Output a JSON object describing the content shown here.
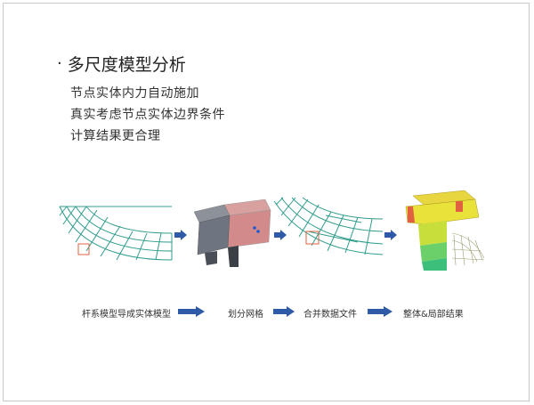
{
  "slide": {
    "bullet": "·",
    "title": "多尺度模型分析",
    "points": [
      "节点实体内力自动施加",
      "真实考虑节点实体边界条件",
      "计算结果更合理"
    ]
  },
  "process": {
    "steps": [
      "杆系模型导成实体模型",
      "划分网格",
      "合并数据文件",
      "整体&局部结果"
    ]
  },
  "colors": {
    "mesh": "#2f9c8c",
    "arrow": "#2f5aa8",
    "red_marker": "#e06040",
    "solid_grey": "#6e7480",
    "solid_pink": "#d28a8a",
    "result_yellow": "#e8e23a",
    "result_green": "#3bbf7a"
  },
  "icons": {
    "bullet": "dot-bullet-icon",
    "flow_arrow": "right-arrow-icon"
  }
}
